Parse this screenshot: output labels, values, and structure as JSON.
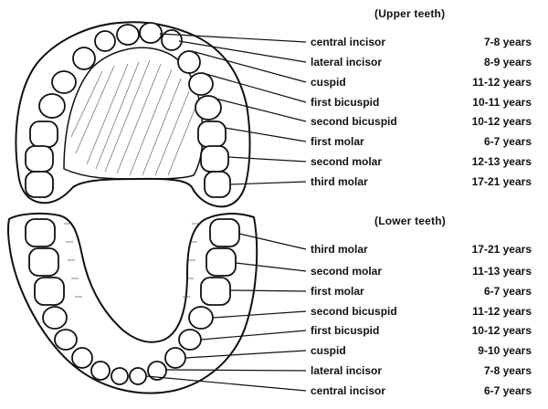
{
  "upper": {
    "title": "(Upper teeth)",
    "rows": [
      {
        "tooth": "central incisor",
        "age": "7-8 years"
      },
      {
        "tooth": "lateral incisor",
        "age": "8-9 years"
      },
      {
        "tooth": "cuspid",
        "age": "11-12 years"
      },
      {
        "tooth": "first bicuspid",
        "age": "10-11 years"
      },
      {
        "tooth": "second bicuspid",
        "age": "10-12 years"
      },
      {
        "tooth": "first molar",
        "age": "6-7 years"
      },
      {
        "tooth": "second molar",
        "age": "12-13 years"
      },
      {
        "tooth": "third molar",
        "age": "17-21 years"
      }
    ]
  },
  "lower": {
    "title": "(Lower teeth)",
    "rows": [
      {
        "tooth": "third molar",
        "age": "17-21 years"
      },
      {
        "tooth": "second molar",
        "age": "11-13 years"
      },
      {
        "tooth": "first molar",
        "age": "6-7 years"
      },
      {
        "tooth": "second bicuspid",
        "age": "11-12 years"
      },
      {
        "tooth": "first bicuspid",
        "age": "10-12 years"
      },
      {
        "tooth": "cuspid",
        "age": "9-10 years"
      },
      {
        "tooth": "lateral incisor",
        "age": "7-8 years"
      },
      {
        "tooth": "central incisor",
        "age": "6-7 years"
      }
    ]
  }
}
